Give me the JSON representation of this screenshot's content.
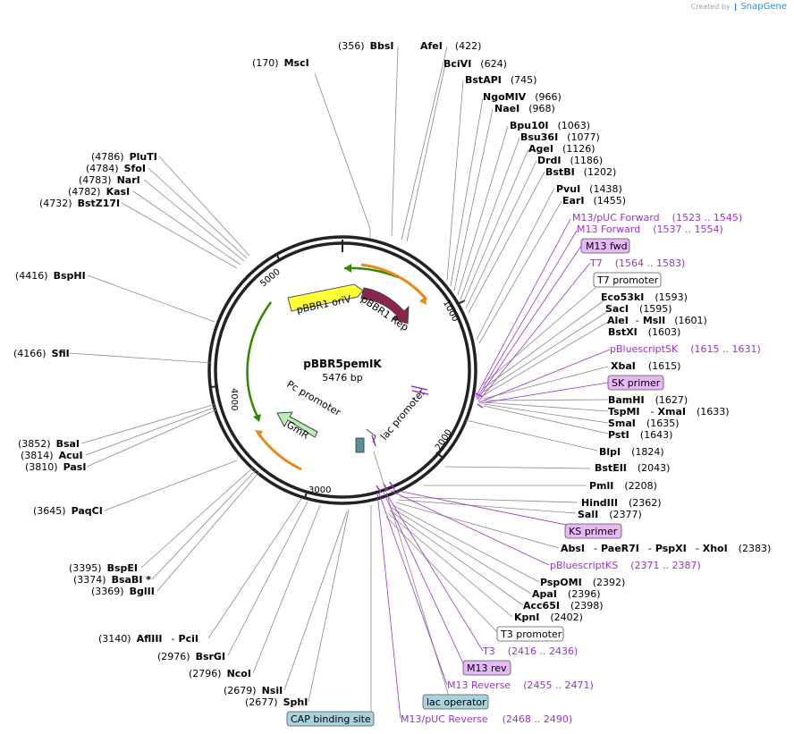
{
  "credit": {
    "prefix": "Created by",
    "brand": "SnapGene"
  },
  "plasmid": {
    "name": "pBBR5pemIK",
    "size_label": "5476 bp"
  },
  "ticks": [
    "1000",
    "2000",
    "3000",
    "4000",
    "5000"
  ],
  "features": {
    "pbbr1_oriv": "pBBR1 oriV",
    "pbbr1_rep": "pBBR1 Rep",
    "gmr": "GmR",
    "pc_promoter": "Pc promoter",
    "lac_promoter": "lac promoter"
  },
  "sites_right": [
    {
      "pos": "(356)",
      "name": "BbsI"
    },
    {
      "pos": "",
      "name": "AfeI",
      "pos_after": "(422)"
    }
  ],
  "labels": {
    "mscI": {
      "pos": "(170)",
      "name": "MscI"
    },
    "bbsI": {
      "pos": "(356)",
      "name": "BbsI"
    },
    "afeI": {
      "name": "AfeI",
      "pos": "(422)"
    },
    "bciVI": {
      "name": "BciVI",
      "pos": "(624)"
    },
    "bstAPI": {
      "name": "BstAPI",
      "pos": "(745)"
    },
    "ngoMIV": {
      "name": "NgoMIV",
      "pos": "(966)"
    },
    "naeI": {
      "name": "NaeI",
      "pos": "(968)"
    },
    "bpu10I": {
      "name": "Bpu10I",
      "pos": "(1063)"
    },
    "bsu36I": {
      "name": "Bsu36I",
      "pos": "(1077)"
    },
    "ageI": {
      "name": "AgeI",
      "pos": "(1126)"
    },
    "drdI": {
      "name": "DrdI",
      "pos": "(1186)"
    },
    "bstBI": {
      "name": "BstBI",
      "pos": "(1202)"
    },
    "pvuI": {
      "name": "PvuI",
      "pos": "(1438)"
    },
    "earI": {
      "name": "EarI",
      "pos": "(1455)"
    },
    "m13puc_fwd": {
      "name": "M13/pUC Forward",
      "pos": "(1523 .. 1545)"
    },
    "m13_fwd": {
      "name": "M13 Forward",
      "pos": "(1537 .. 1554)"
    },
    "m13fwd_box": "M13 fwd",
    "t7": {
      "name": "T7",
      "pos": "(1564 .. 1583)"
    },
    "t7_promoter": "T7 promoter",
    "eco53kI": {
      "name": "Eco53kI",
      "pos": "(1593)"
    },
    "sacI": {
      "name": "SacI",
      "pos": "(1595)"
    },
    "aleI_msII": {
      "name": "AleI",
      "sep": "-",
      "name2": "MslI",
      "pos": "(1601)"
    },
    "bstXI": {
      "name": "BstXI",
      "pos": "(1603)"
    },
    "pbluescriptSK": {
      "name": "pBluescriptSK",
      "pos": "(1615 .. 1631)"
    },
    "xbaI": {
      "name": "XbaI",
      "pos": "(1615)"
    },
    "sk_primer": "SK primer",
    "bamHI": {
      "name": "BamHI",
      "pos": "(1627)"
    },
    "tspMI_xmaI": {
      "name": "TspMI",
      "sep": "-",
      "name2": "XmaI",
      "pos": "(1633)"
    },
    "smaI": {
      "name": "SmaI",
      "pos": "(1635)"
    },
    "pstI": {
      "name": "PstI",
      "pos": "(1643)"
    },
    "blpI": {
      "name": "BlpI",
      "pos": "(1824)"
    },
    "bstEII": {
      "name": "BstEII",
      "pos": "(2043)"
    },
    "pmlI": {
      "name": "PmlI",
      "pos": "(2208)"
    },
    "hindIII": {
      "name": "HindIII",
      "pos": "(2362)"
    },
    "salI": {
      "name": "SalI",
      "pos": "(2377)"
    },
    "ks_primer": "KS primer",
    "absI_group": {
      "name": "AbsI",
      "sep": "-",
      "name2": "PaeR7I",
      "sep2": "-",
      "name3": "PspXI",
      "sep3": "-",
      "name4": "XhoI",
      "pos": "(2383)"
    },
    "pbluescriptKS": {
      "name": "pBluescriptKS",
      "pos": "(2371 .. 2387)"
    },
    "pspOMI": {
      "name": "PspOMI",
      "pos": "(2392)"
    },
    "apaI": {
      "name": "ApaI",
      "pos": "(2396)"
    },
    "acc65I": {
      "name": "Acc65I",
      "pos": "(2398)"
    },
    "kpnI": {
      "name": "KpnI",
      "pos": "(2402)"
    },
    "t3_promoter": "T3 promoter",
    "t3": {
      "name": "T3",
      "pos": "(2416 .. 2436)"
    },
    "m13rev_box": "M13 rev",
    "m13_reverse": {
      "name": "M13 Reverse",
      "pos": "(2455 .. 2471)"
    },
    "lac_operator": "lac operator",
    "m13puc_reverse": {
      "name": "M13/pUC Reverse",
      "pos": "(2468 .. 2490)"
    },
    "cap_site": "CAP binding site",
    "sphI": {
      "pos": "(2677)",
      "name": "SphI"
    },
    "nsiI": {
      "pos": "(2679)",
      "name": "NsiI"
    },
    "ncoI": {
      "pos": "(2796)",
      "name": "NcoI"
    },
    "bsrGI": {
      "pos": "(2976)",
      "name": "BsrGI"
    },
    "aflIII_pciI": {
      "pos": "(3140)",
      "name": "AflIII",
      "sep": "-",
      "name2": "PciI"
    },
    "bglII": {
      "pos": "(3369)",
      "name": "BglII"
    },
    "bsaBI": {
      "pos": "(3374)",
      "name": "BsaBI *"
    },
    "bspEI": {
      "pos": "(3395)",
      "name": "BspEI"
    },
    "paqCI": {
      "pos": "(3645)",
      "name": "PaqCI"
    },
    "pasI": {
      "pos": "(3810)",
      "name": "PasI"
    },
    "acuI": {
      "pos": "(3814)",
      "name": "AcuI"
    },
    "bsaI": {
      "pos": "(3852)",
      "name": "BsaI"
    },
    "sfiI": {
      "pos": "(4166)",
      "name": "SfiI"
    },
    "bspHI": {
      "pos": "(4416)",
      "name": "BspHI"
    },
    "bstZ17I": {
      "pos": "(4732)",
      "name": "BstZ17I"
    },
    "kasI": {
      "pos": "(4782)",
      "name": "KasI"
    },
    "narI": {
      "pos": "(4783)",
      "name": "NarI"
    },
    "sfoI": {
      "pos": "(4784)",
      "name": "SfoI"
    },
    "pluTI": {
      "pos": "(4786)",
      "name": "PluTI"
    }
  },
  "colors": {
    "backbone": "#222222",
    "oriv": "#ffff33",
    "rep": "#8b2550",
    "gmr": "#b4f0b4",
    "arrow_green": "#2f8a00",
    "arrow_orange": "#e88a1a",
    "primer": "#9933cc",
    "primer_box": "#e6b8f5",
    "cap_box": "#a9d3dc",
    "leader": "#888888"
  }
}
